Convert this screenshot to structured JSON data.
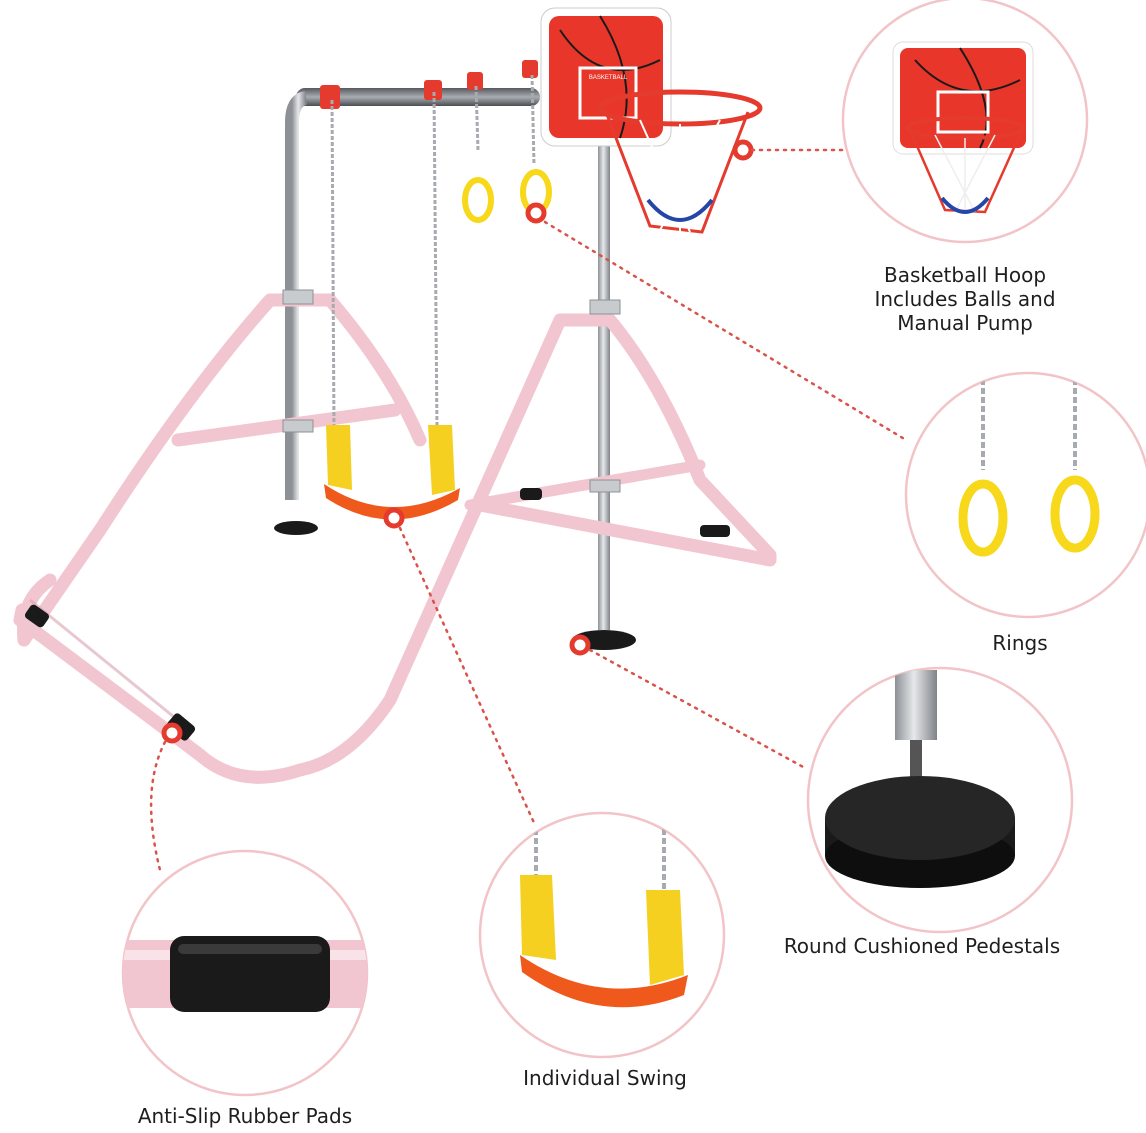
{
  "colors": {
    "frame_pink": "#f2c6d0",
    "frame_pink_shade": "#d9a3b1",
    "steel": "#b9bcc0",
    "accent_red": "#e53a2e",
    "ring_yellow": "#f7d81a",
    "seat_yellow": "#f5d020",
    "seat_orange": "#ef5a1c",
    "backboard_red": "#e8372a",
    "callout_circle": "#f2c4c8",
    "callout_dots": "#d9534a",
    "pad_black": "#1a1a1a"
  },
  "callouts": {
    "basketball": {
      "label_lines": [
        "Basketball Hoop",
        "Includes Balls and",
        "Manual Pump"
      ],
      "icon": "basketball-hoop"
    },
    "backboard_text": "BASKETBALL",
    "rings": {
      "label": "Rings",
      "icon": "gymnastic-rings"
    },
    "pedestals": {
      "label": "Round Cushioned Pedestals",
      "icon": "pedestal-base"
    },
    "swing": {
      "label": "Individual Swing",
      "icon": "swing-seat"
    },
    "pads": {
      "label": "Anti-Slip Rubber Pads",
      "icon": "rubber-pad"
    }
  }
}
